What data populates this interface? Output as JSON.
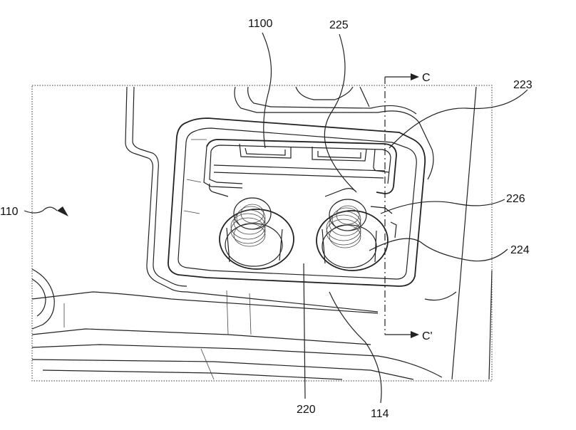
{
  "labels": {
    "l1100": "1100",
    "l225": "225",
    "l223": "223",
    "l110": "110",
    "l226": "226",
    "l224": "224",
    "l220": "220",
    "l114": "114",
    "section_top": "C",
    "section_bottom": "C'"
  },
  "colors": {
    "ink": "#222222",
    "paper": "#ffffff"
  }
}
